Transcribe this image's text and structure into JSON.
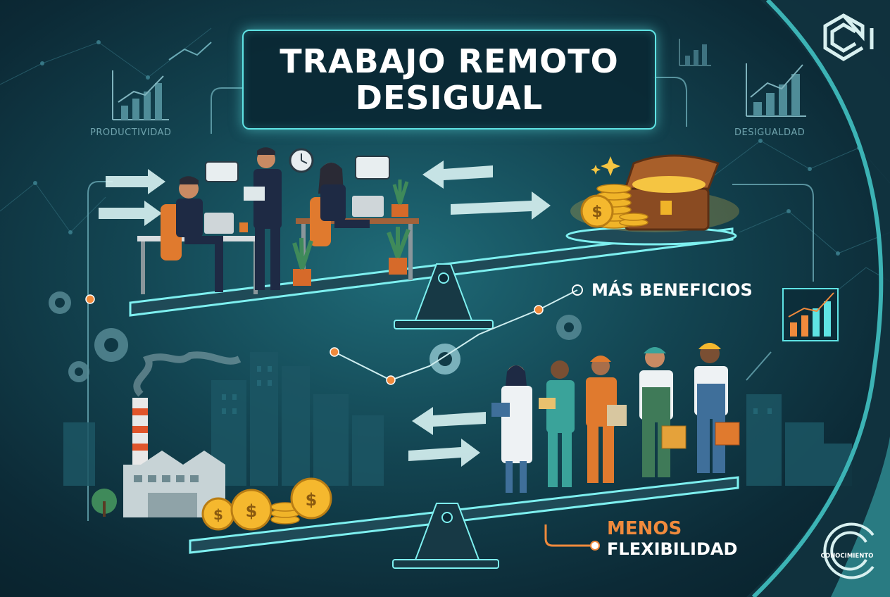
{
  "title": {
    "line1": "TRABAJO REMOTO",
    "line2": "DESIGUAL"
  },
  "labels": {
    "left": "PRODUCTIVIDAD",
    "right": "DESIGUALDAD"
  },
  "callouts": {
    "top": "MÁS BENEFICIOS",
    "bottom_line1": "MENOS",
    "bottom_line2": "FLEXIBILIDAD"
  },
  "brand": {
    "name": "CONOCIMIENTO"
  },
  "colors": {
    "accent": "#5fe3e4",
    "orange": "#f08a3c",
    "gold": "#f5b82e",
    "background": "#0d2a35"
  },
  "icons": [
    "gear-icon",
    "chart-icon",
    "clock-icon",
    "chat-bubble-icon",
    "coin-icon",
    "treasure-chest-icon",
    "factory-icon",
    "seesaw-icon",
    "brand-logo-icon"
  ]
}
